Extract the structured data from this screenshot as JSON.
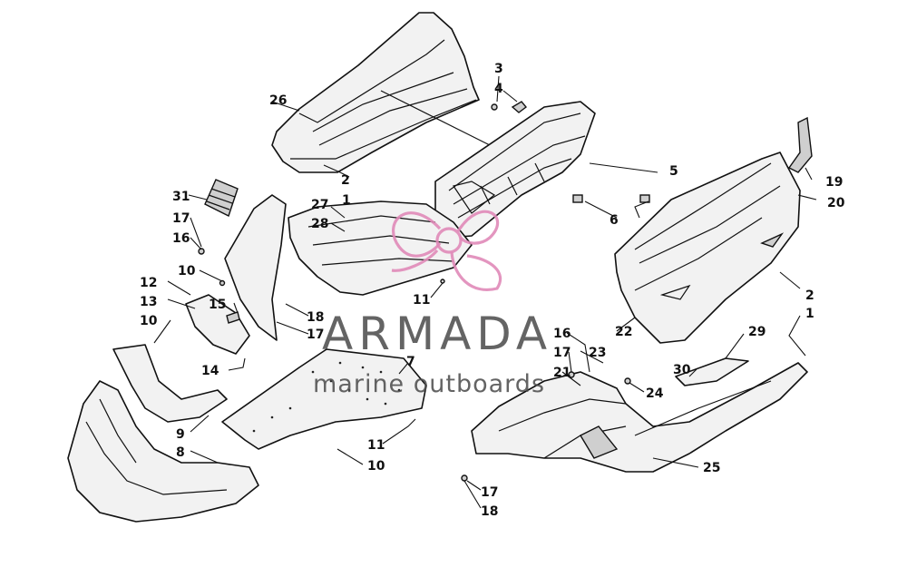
{
  "callouts": [
    {
      "id": "c-1-a",
      "label": "1"
    },
    {
      "id": "c-1-b",
      "label": "1"
    },
    {
      "id": "c-2-a",
      "label": "2"
    },
    {
      "id": "c-2-b",
      "label": "2"
    },
    {
      "id": "c-3",
      "label": "3"
    },
    {
      "id": "c-4",
      "label": "4"
    },
    {
      "id": "c-5",
      "label": "5"
    },
    {
      "id": "c-6",
      "label": "6"
    },
    {
      "id": "c-7",
      "label": "7"
    },
    {
      "id": "c-8",
      "label": "8"
    },
    {
      "id": "c-9",
      "label": "9"
    },
    {
      "id": "c-10-a",
      "label": "10"
    },
    {
      "id": "c-10-b",
      "label": "10"
    },
    {
      "id": "c-10-c",
      "label": "10"
    },
    {
      "id": "c-11-a",
      "label": "11"
    },
    {
      "id": "c-11-b",
      "label": "11"
    },
    {
      "id": "c-12",
      "label": "12"
    },
    {
      "id": "c-13",
      "label": "13"
    },
    {
      "id": "c-14",
      "label": "14"
    },
    {
      "id": "c-15",
      "label": "15"
    },
    {
      "id": "c-16-a",
      "label": "16"
    },
    {
      "id": "c-16-b",
      "label": "16"
    },
    {
      "id": "c-17-a",
      "label": "17"
    },
    {
      "id": "c-17-b",
      "label": "17"
    },
    {
      "id": "c-17-c",
      "label": "17"
    },
    {
      "id": "c-17-d",
      "label": "17"
    },
    {
      "id": "c-18-a",
      "label": "18"
    },
    {
      "id": "c-18-b",
      "label": "18"
    },
    {
      "id": "c-19",
      "label": "19"
    },
    {
      "id": "c-20",
      "label": "20"
    },
    {
      "id": "c-21",
      "label": "21"
    },
    {
      "id": "c-22",
      "label": "22"
    },
    {
      "id": "c-23",
      "label": "23"
    },
    {
      "id": "c-24",
      "label": "24"
    },
    {
      "id": "c-25",
      "label": "25"
    },
    {
      "id": "c-26",
      "label": "26"
    },
    {
      "id": "c-27",
      "label": "27"
    },
    {
      "id": "c-28",
      "label": "28"
    },
    {
      "id": "c-29",
      "label": "29"
    },
    {
      "id": "c-30",
      "label": "30"
    },
    {
      "id": "c-31",
      "label": "31"
    }
  ],
  "watermark": {
    "brand": "ARMADA",
    "tagline": "marine outboards",
    "logo_icon": "propeller-logo-icon",
    "logo_color": "#e08ab8",
    "text_color": "#4a4a4a"
  }
}
